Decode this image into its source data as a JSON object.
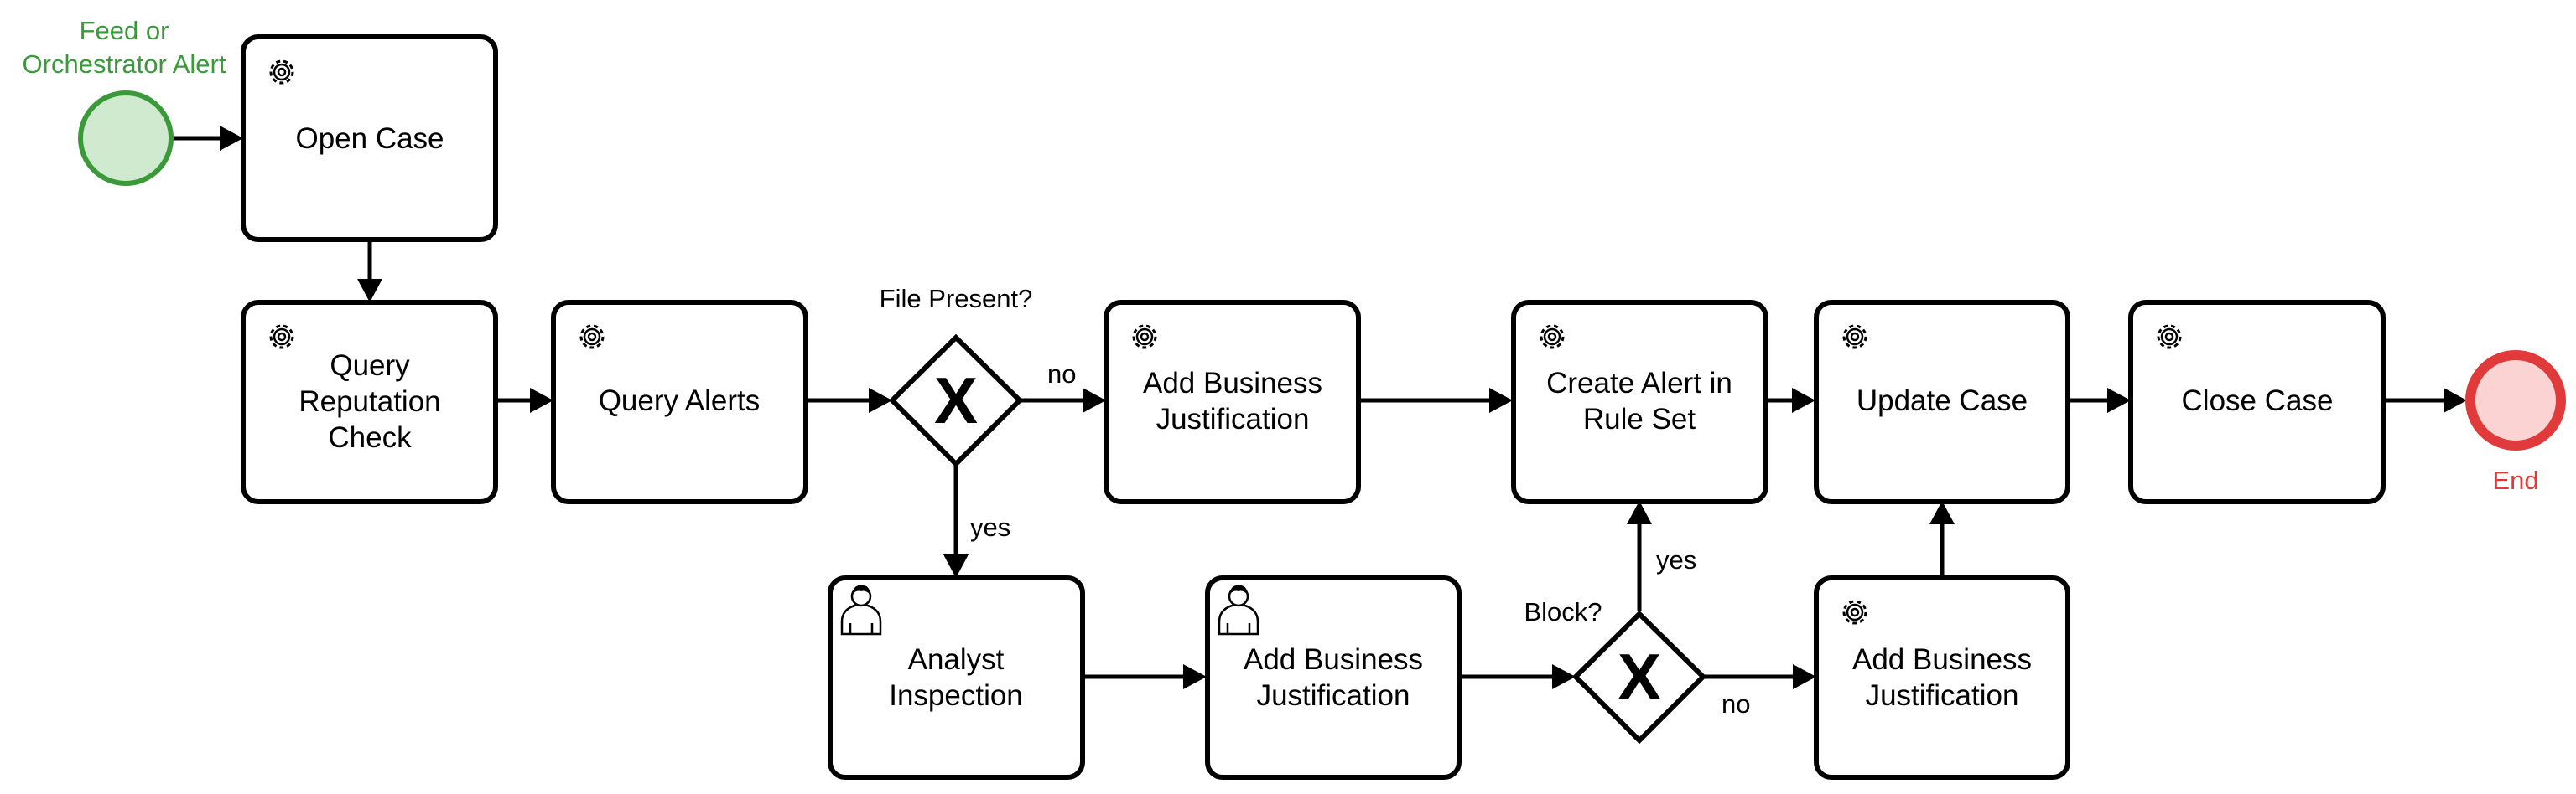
{
  "events": {
    "start": {
      "label_lines": [
        "Feed or",
        "Orchestrator Alert"
      ],
      "color": "#3a9a3a",
      "fill": "#cfeacf"
    },
    "end": {
      "label": "End",
      "color": "#e03a3a",
      "fill": "#fbd3d3"
    }
  },
  "tasks": {
    "open_case": {
      "type": "service",
      "lines": [
        "Open Case"
      ]
    },
    "query_reputation": {
      "type": "service",
      "lines": [
        "Query",
        "Reputation",
        "Check"
      ]
    },
    "query_alerts": {
      "type": "service",
      "lines": [
        "Query Alerts"
      ]
    },
    "add_justification_1": {
      "type": "service",
      "lines": [
        "Add Business",
        "Justification"
      ]
    },
    "create_alert": {
      "type": "service",
      "lines": [
        "Create Alert in",
        "Rule Set"
      ]
    },
    "update_case": {
      "type": "service",
      "lines": [
        "Update Case"
      ]
    },
    "close_case": {
      "type": "service",
      "lines": [
        "Close Case"
      ]
    },
    "analyst_inspection": {
      "type": "user",
      "lines": [
        "Analyst",
        "Inspection"
      ]
    },
    "add_justification_2": {
      "type": "user",
      "lines": [
        "Add Business",
        "Justification"
      ]
    },
    "add_justification_3": {
      "type": "service",
      "lines": [
        "Add Business",
        "Justification"
      ]
    }
  },
  "gateways": {
    "file_present": {
      "label": "File Present?",
      "symbol": "X"
    },
    "block": {
      "label": "Block?",
      "symbol": "X"
    }
  },
  "edge_labels": {
    "file_no": "no",
    "file_yes": "yes",
    "block_yes": "yes",
    "block_no": "no"
  }
}
